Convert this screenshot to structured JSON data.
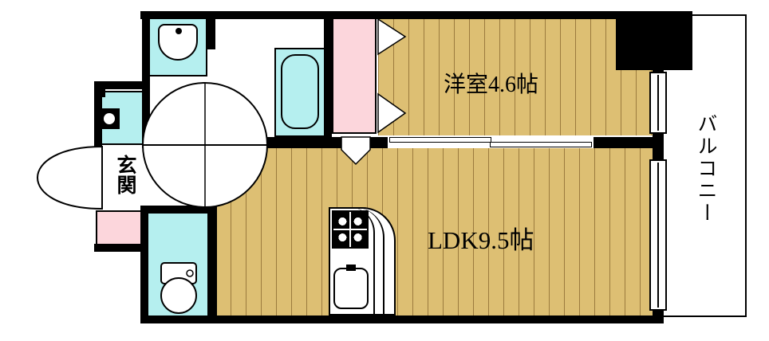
{
  "labels": {
    "western_room": "洋室4.6帖",
    "ldk": "LDK9.5帖",
    "balcony": "バルコニー",
    "entrance": "玄関"
  },
  "colors": {
    "wall": "#000000",
    "wood": "#ddbf73",
    "wood_line": "#9b7b3e",
    "water_cyan": "#b5efef",
    "pink": "#fcd6dc"
  }
}
